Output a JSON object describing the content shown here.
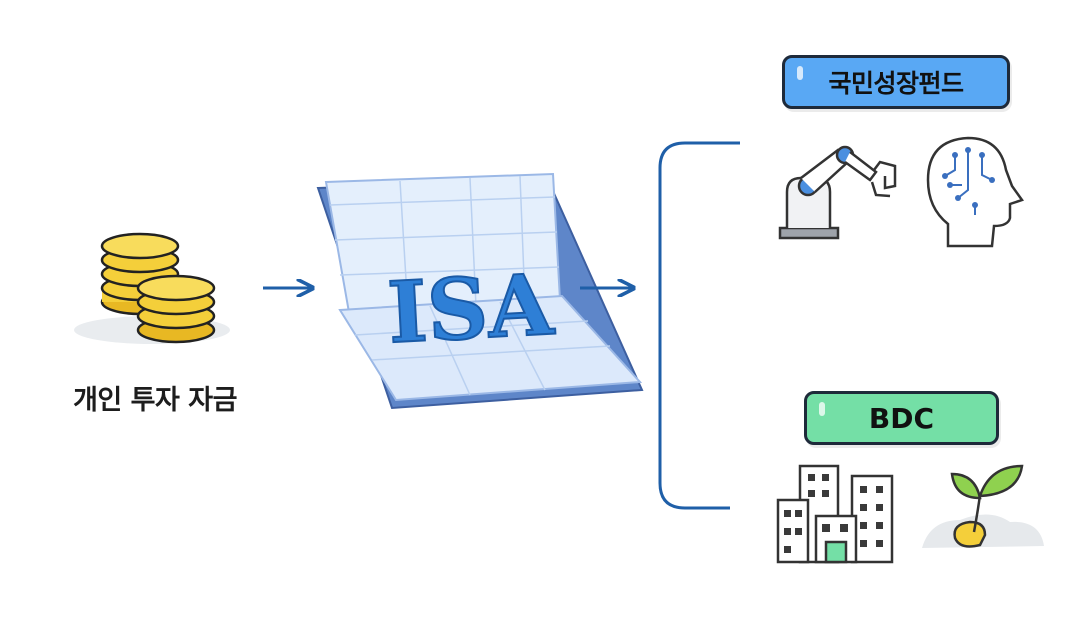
{
  "source": {
    "caption": "개인 투자 자금",
    "icon": "coin-stack-icon"
  },
  "hub": {
    "label": "ISA",
    "icon": "laptop-icon"
  },
  "targets": [
    {
      "label": "국민성장펀드",
      "color": "#59a8f4",
      "icons": [
        "robot-arm-icon",
        "ai-brain-icon"
      ]
    },
    {
      "label": "BDC",
      "color": "#74dfa6",
      "icons": [
        "office-buildings-icon",
        "seedling-icon"
      ]
    }
  ],
  "colors": {
    "arrow": "#1f5fa8",
    "isa_text": "#2e7fd6",
    "coin": "#f4cf3a"
  }
}
